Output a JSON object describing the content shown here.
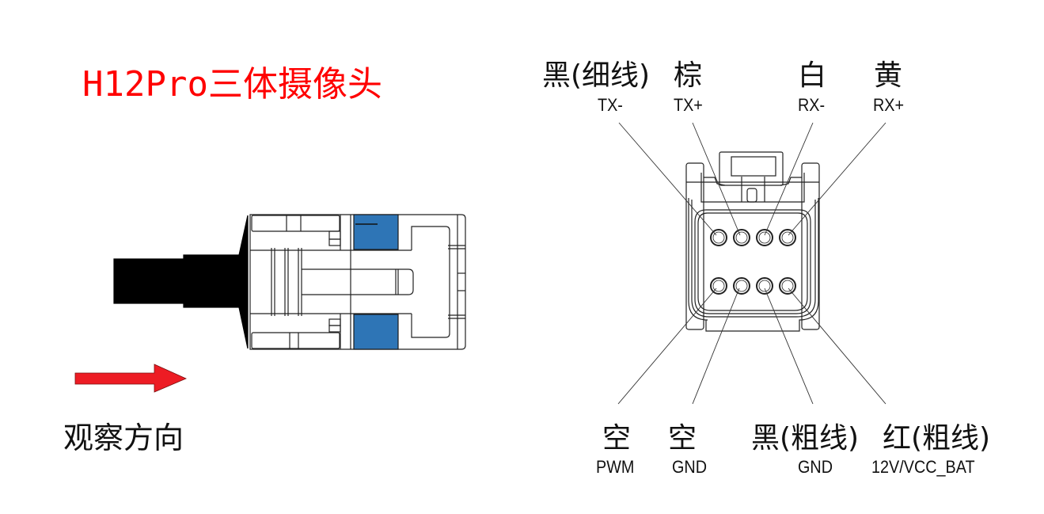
{
  "title": "H12Pro三体摄像头",
  "view_direction": {
    "label": "观察方向",
    "arrow_color": "#ed1c24",
    "icon": "arrow-right-icon"
  },
  "side_view": {
    "cable_color": "#000000",
    "latch_color": "#2e75b6"
  },
  "pins_top": [
    {
      "color_label": "黑(细线)",
      "signal": "TX-"
    },
    {
      "color_label": "棕",
      "signal": "TX+"
    },
    {
      "color_label": "白",
      "signal": "RX-"
    },
    {
      "color_label": "黄",
      "signal": "RX+"
    }
  ],
  "pins_bottom": [
    {
      "color_label": "空",
      "signal": "PWM"
    },
    {
      "color_label": "空",
      "signal": "GND"
    },
    {
      "color_label": "黑(粗线)",
      "signal": "GND"
    },
    {
      "color_label": "红(粗线)",
      "signal": "12V/VCC_BAT"
    }
  ]
}
